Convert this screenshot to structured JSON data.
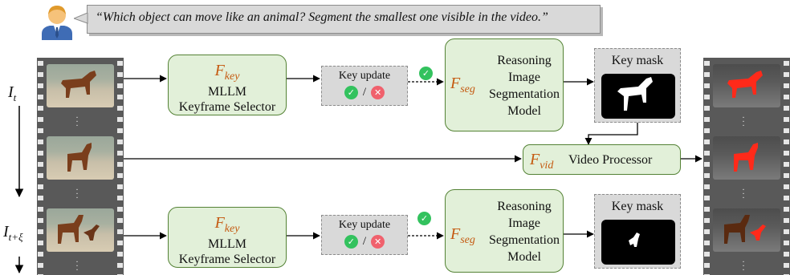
{
  "query": "“Which object can move like an animal? Segment the smallest one visible in the video.”",
  "time_labels": {
    "t_base": "I",
    "t_sub": "t",
    "txi_base": "I",
    "txi_sub": "t+ξ"
  },
  "selector": {
    "symbol": "F",
    "symbol_sub": "key",
    "line1": "MLLM",
    "line2": "Keyframe Selector"
  },
  "key_update": {
    "label": "Key update"
  },
  "segmenter": {
    "symbol": "F",
    "symbol_sub": "seg",
    "line1": "Reasoning",
    "line2": "Image",
    "line3": "Segmentation",
    "line4": "Model"
  },
  "key_mask": {
    "label": "Key mask"
  },
  "video_processor": {
    "symbol": "F",
    "symbol_sub": "vid",
    "label": "Video Processor"
  },
  "icons": {
    "check": "check-icon",
    "cross": "cross-icon",
    "user": "user-icon"
  },
  "colors": {
    "box_fill": "#e2f0d9",
    "box_border": "#548235",
    "symbol": "#c55a11",
    "check": "#33c25e",
    "cross": "#f0616d",
    "film": "#595959",
    "mask_fill": "#ff2a1a"
  }
}
